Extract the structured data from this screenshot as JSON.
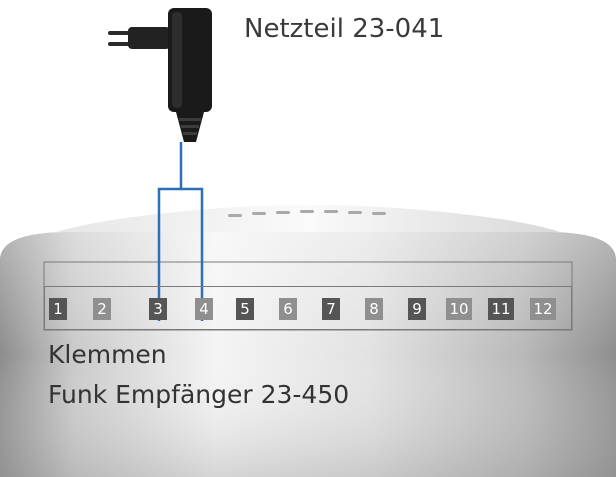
{
  "power_supply": {
    "label": "Netzteil 23-041",
    "icon": "plug-in-power-adapter"
  },
  "receiver": {
    "terminals_label": "Klemmen",
    "device_label": "Funk Empfänger 23-450"
  },
  "terminals": [
    {
      "label": "1",
      "shade": "dark"
    },
    {
      "label": "2",
      "shade": "light"
    },
    {
      "label": "3",
      "shade": "dark",
      "connected": true
    },
    {
      "label": "4",
      "shade": "light",
      "connected": true
    },
    {
      "label": "5",
      "shade": "dark"
    },
    {
      "label": "6",
      "shade": "light"
    },
    {
      "label": "7",
      "shade": "dark"
    },
    {
      "label": "8",
      "shade": "light"
    },
    {
      "label": "9",
      "shade": "dark"
    },
    {
      "label": "10",
      "shade": "light"
    },
    {
      "label": "11",
      "shade": "dark"
    },
    {
      "label": "12",
      "shade": "light"
    }
  ],
  "wiring": {
    "connects": [
      "3",
      "4"
    ],
    "color": "#2e6fb5"
  },
  "colors": {
    "housing_light": "#f2f2f2",
    "housing_dark": "#9a9a9a",
    "adapter": "#1a1a1a"
  }
}
